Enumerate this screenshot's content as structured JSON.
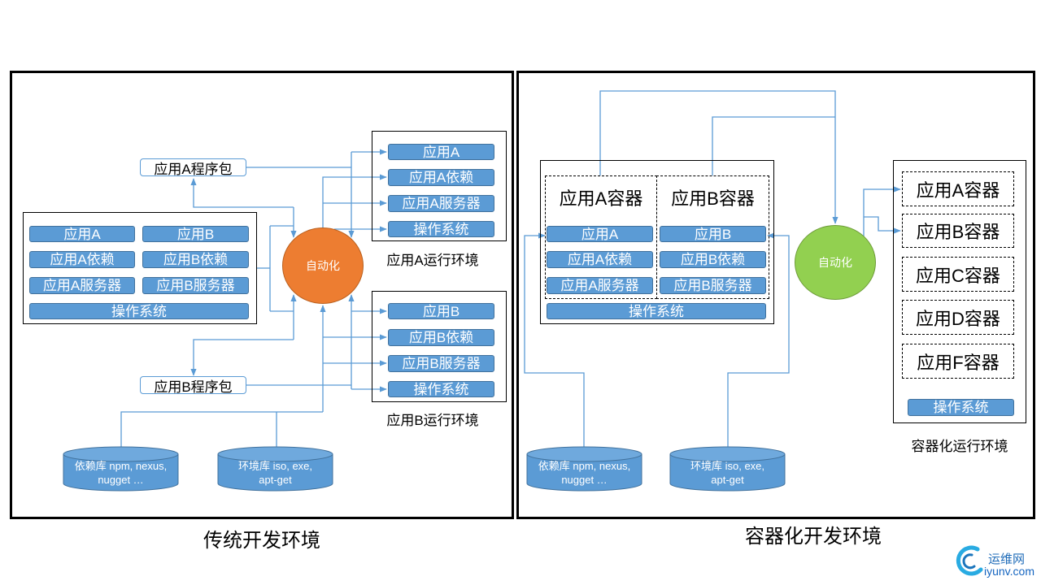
{
  "colors": {
    "bar": "#5B9BD5",
    "bar_border": "#41719C",
    "connector": "#5B9BD5",
    "automation_traditional": "#ED7D31",
    "automation_container": "#92D050"
  },
  "traditional": {
    "caption": "传统开发环境",
    "package_a": "应用A程序包",
    "package_b": "应用B程序包",
    "dev_machine": {
      "items": [
        "应用A",
        "应用B",
        "应用A依赖",
        "应用B依赖",
        "应用A服务器",
        "应用B服务器"
      ],
      "os": "操作系统"
    },
    "automation": "自动化",
    "runtime_a": {
      "items": [
        "应用A",
        "应用A依赖",
        "应用A服务器",
        "操作系统"
      ],
      "label": "应用A运行环境"
    },
    "runtime_b": {
      "items": [
        "应用B",
        "应用B依赖",
        "应用B服务器",
        "操作系统"
      ],
      "label": "应用B运行环境"
    },
    "repositories": [
      {
        "lines": [
          "依赖库 npm, nexus,",
          "nugget …"
        ]
      },
      {
        "lines": [
          "环境库 iso, exe,",
          "apt-get"
        ]
      }
    ]
  },
  "containerized": {
    "caption": "容器化开发环境",
    "dev_machine": {
      "containers": [
        {
          "title": "应用A容器",
          "items": [
            "应用A",
            "应用A依赖",
            "应用A服务器"
          ]
        },
        {
          "title": "应用B容器",
          "items": [
            "应用B",
            "应用B依赖",
            "应用B服务器"
          ]
        }
      ],
      "os": "操作系统"
    },
    "automation": "自动化",
    "runtime": {
      "containers": [
        "应用A容器",
        "应用B容器",
        "应用C容器",
        "应用D容器",
        "应用F容器"
      ],
      "os": "操作系统",
      "label": "容器化运行环境"
    },
    "repositories": [
      {
        "lines": [
          "依赖库 npm, nexus,",
          "nugget …"
        ]
      },
      {
        "lines": [
          "环境库 iso, exe,",
          "apt-get"
        ]
      }
    ]
  },
  "watermark": {
    "name": "运维网",
    "domain": "iyunv.com",
    "icon": "logo-icon"
  }
}
